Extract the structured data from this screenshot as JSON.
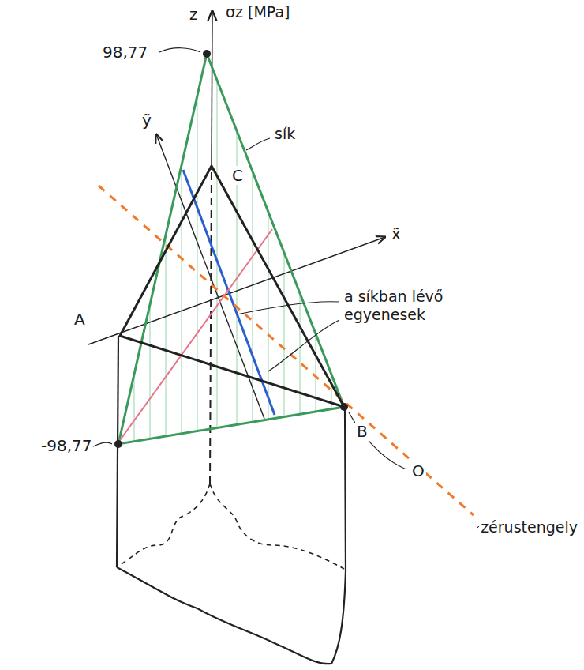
{
  "diagram": {
    "labels": [
      "98,77",
      "z",
      "σz [MPa]",
      "ỹ",
      "x̃",
      "C",
      "sík",
      "A",
      "a síkban lévő egyenesek",
      "-98,77",
      "B",
      "O",
      "zérustengely"
    ]
  }
}
